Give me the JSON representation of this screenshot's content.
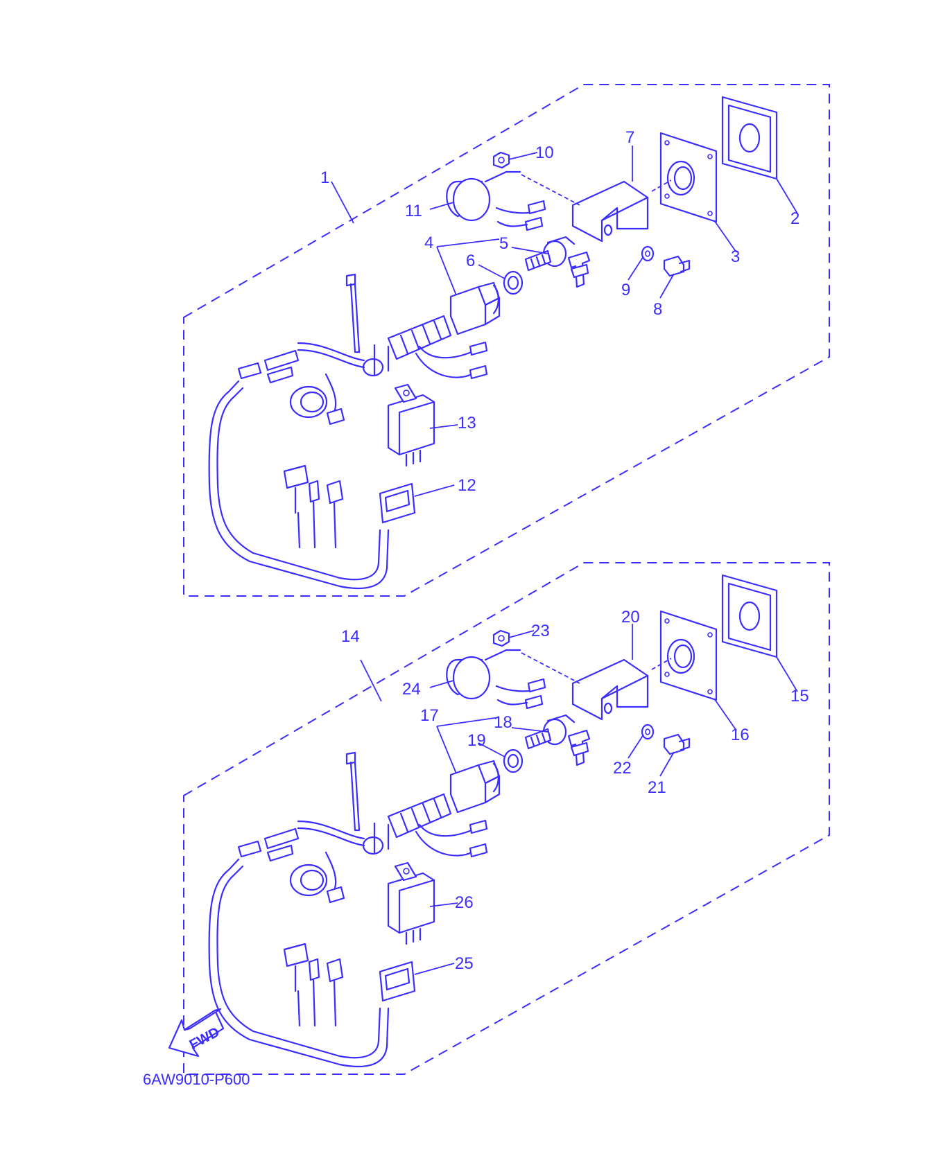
{
  "drawing_code": "6AW9010-P600",
  "fwd_label": "FWD",
  "accent_color": "#3b2cff",
  "upper_labels": [
    "1",
    "2",
    "3",
    "4",
    "5",
    "6",
    "7",
    "8",
    "9",
    "10",
    "11",
    "12",
    "13"
  ],
  "lower_labels": [
    "14",
    "15",
    "16",
    "17",
    "18",
    "19",
    "20",
    "21",
    "22",
    "23",
    "24",
    "25",
    "26"
  ]
}
